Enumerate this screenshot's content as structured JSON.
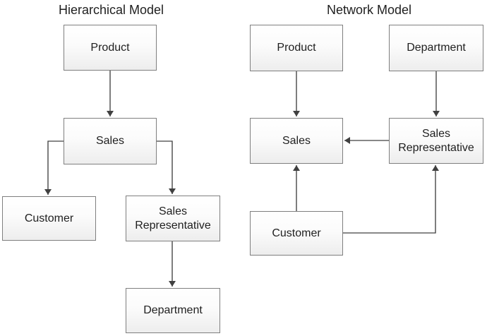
{
  "hierarchical": {
    "title": "Hierarchical Model",
    "nodes": {
      "product": {
        "label": "Product"
      },
      "sales": {
        "label": "Sales"
      },
      "customer": {
        "label": "Customer"
      },
      "sales_rep": {
        "label": "Sales Representative"
      },
      "department": {
        "label": "Department"
      }
    },
    "edges": [
      {
        "from": "Product",
        "to": "Sales"
      },
      {
        "from": "Sales",
        "to": "Customer"
      },
      {
        "from": "Sales",
        "to": "Sales Representative"
      },
      {
        "from": "Sales Representative",
        "to": "Department"
      }
    ]
  },
  "network": {
    "title": "Network Model",
    "nodes": {
      "product": {
        "label": "Product"
      },
      "department": {
        "label": "Department"
      },
      "sales": {
        "label": "Sales"
      },
      "sales_rep": {
        "label": "Sales Representative"
      },
      "customer": {
        "label": "Customer"
      }
    },
    "edges": [
      {
        "from": "Product",
        "to": "Sales"
      },
      {
        "from": "Department",
        "to": "Sales Representative"
      },
      {
        "from": "Sales Representative",
        "to": "Sales"
      },
      {
        "from": "Customer",
        "to": "Sales"
      },
      {
        "from": "Customer",
        "to": "Sales Representative"
      }
    ]
  },
  "colors": {
    "box_border": "#7f7f7f",
    "box_fill_top": "#ffffff",
    "box_fill_bottom": "#ededed",
    "connector": "#404040",
    "text": "#1f1f1f",
    "page_bg": "#ffffff"
  }
}
